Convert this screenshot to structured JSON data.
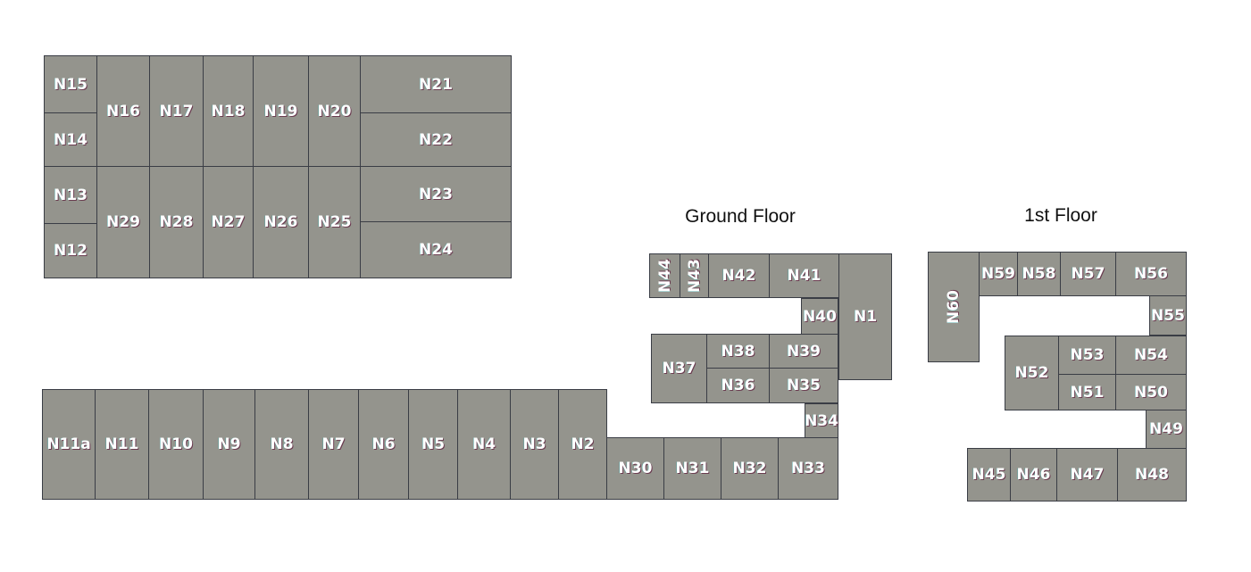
{
  "labels": {
    "ground_floor": "Ground Floor",
    "first_floor": "1st Floor"
  },
  "rooms": [
    "N15",
    "N14",
    "N13",
    "N12",
    "N16",
    "N17",
    "N18",
    "N19",
    "N20",
    "N21",
    "N22",
    "N29",
    "N28",
    "N27",
    "N26",
    "N25",
    "N23",
    "N24",
    "N11a",
    "N11",
    "N10",
    "N9",
    "N8",
    "N7",
    "N6",
    "N5",
    "N4",
    "N3",
    "N2",
    "N30",
    "N31",
    "N32",
    "N33",
    "N34",
    "N37",
    "N38",
    "N39",
    "N36",
    "N35",
    "N40",
    "N44",
    "N43",
    "N42",
    "N41",
    "N1",
    "N60",
    "N59",
    "N58",
    "N57",
    "N56",
    "N55",
    "N52",
    "N53",
    "N54",
    "N51",
    "N50",
    "N49",
    "N45",
    "N46",
    "N47",
    "N48"
  ],
  "colors": {
    "room_fill": "#94948d",
    "room_border": "#3a3d45",
    "label_text": "#ffffff"
  }
}
